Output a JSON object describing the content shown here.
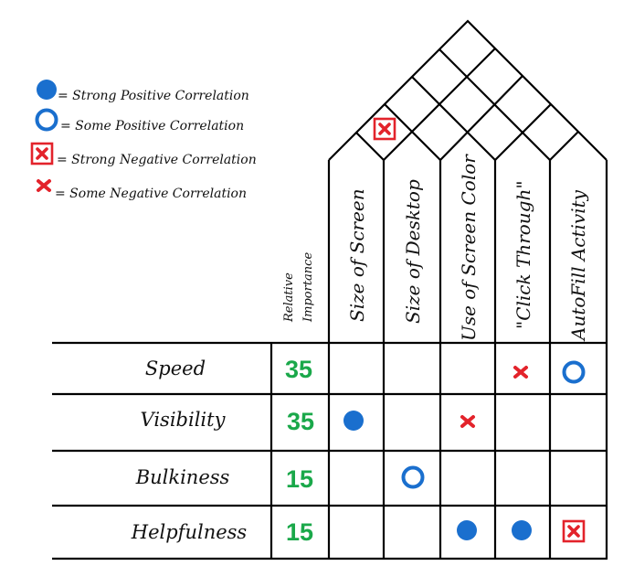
{
  "legend": [
    {
      "symbol": "strong-positive",
      "label": "= Strong Positive Correlation"
    },
    {
      "symbol": "some-positive",
      "label": "= Some Positive Correlation"
    },
    {
      "symbol": "strong-negative",
      "label": "= Strong Negative Correlation"
    },
    {
      "symbol": "some-negative",
      "label": "= Some Negative Correlation"
    }
  ],
  "relative_importance_header": {
    "line1": "Relative",
    "line2": "Importance"
  },
  "columns": [
    "Size of Screen",
    "Size of Desktop",
    "Use of Screen Color",
    "\"Click Through\"",
    "AutoFill Activity"
  ],
  "rows": [
    {
      "label": "Speed",
      "importance": "35",
      "cells": [
        "",
        "",
        "",
        "some-negative",
        "some-positive"
      ]
    },
    {
      "label": "Visibility",
      "importance": "35",
      "cells": [
        "strong-positive",
        "",
        "some-negative",
        "",
        ""
      ]
    },
    {
      "label": "Bulkiness",
      "importance": "15",
      "cells": [
        "",
        "some-positive",
        "",
        "",
        ""
      ]
    },
    {
      "label": "Helpfulness",
      "importance": "15",
      "cells": [
        "",
        "",
        "strong-positive",
        "strong-positive",
        "strong-negative"
      ]
    }
  ],
  "roof": [
    {
      "between": [
        "Size of Screen",
        "Size of Desktop"
      ],
      "symbol": "strong-negative"
    }
  ],
  "colors": {
    "symbol_blue": "#1a6fce",
    "symbol_red": "#e3232b",
    "importance_green": "#1aa84a",
    "line": "#000000"
  }
}
